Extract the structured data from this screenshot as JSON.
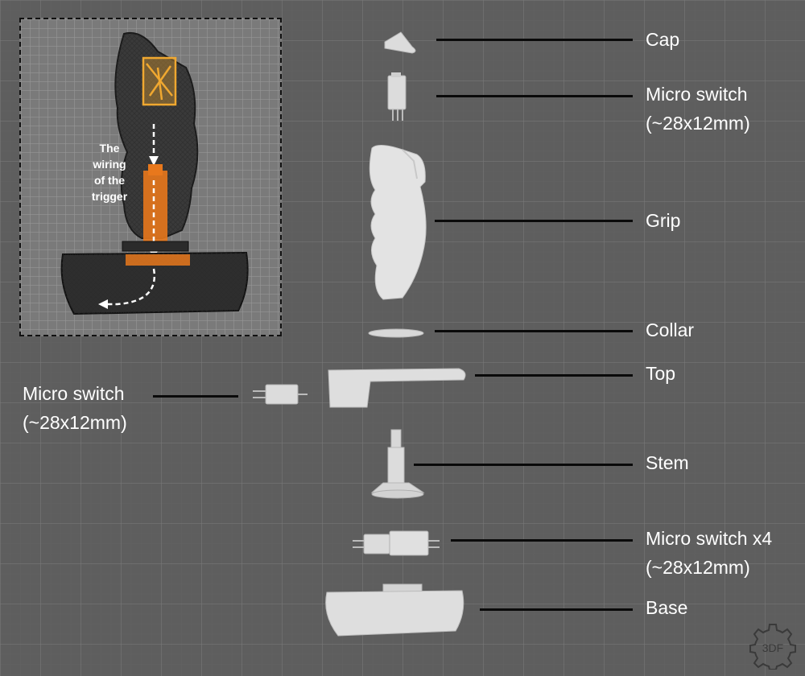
{
  "labels": {
    "cap": "Cap",
    "micro_switch_top": [
      "Micro switch",
      "(~28x12mm)"
    ],
    "grip": "Grip",
    "collar": "Collar",
    "top": "Top",
    "micro_switch_side": [
      "Micro switch",
      "(~28x12mm)"
    ],
    "stem": "Stem",
    "micro_switch_x4": [
      "Micro switch x4",
      "(~28x12mm)"
    ],
    "base": "Base"
  },
  "inset": {
    "caption_lines": [
      "The",
      "wiring",
      "of the",
      "trigger"
    ]
  },
  "logo_text": "3DF",
  "colors": {
    "background": "#5e5e5e",
    "part": "#d9d9d9",
    "wire": "#e8781c",
    "switch_highlight": "#f0a830",
    "leader": "#0a0a0a",
    "text": "#ffffff"
  },
  "icons": [
    "gear-logo-icon"
  ]
}
